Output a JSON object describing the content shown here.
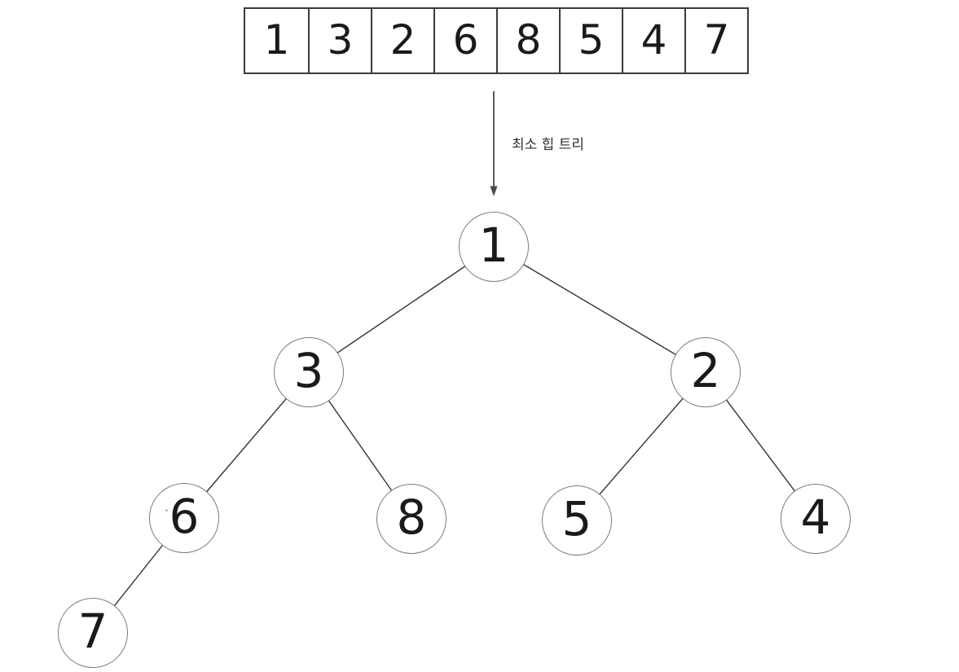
{
  "array": {
    "cells": [
      "1",
      "3",
      "2",
      "6",
      "8",
      "5",
      "4",
      "7"
    ]
  },
  "transform": {
    "label": "최소 힙 트리"
  },
  "tree": {
    "type": "min-heap-binary-tree",
    "nodes": [
      {
        "value": "1",
        "level": 0
      },
      {
        "value": "3",
        "level": 1
      },
      {
        "value": "2",
        "level": 1
      },
      {
        "value": "6",
        "level": 2
      },
      {
        "value": "8",
        "level": 2
      },
      {
        "value": "5",
        "level": 2
      },
      {
        "value": "4",
        "level": 2
      },
      {
        "value": "7",
        "level": 3
      }
    ],
    "edges": [
      [
        "1",
        "3"
      ],
      [
        "1",
        "2"
      ],
      [
        "3",
        "6"
      ],
      [
        "3",
        "8"
      ],
      [
        "2",
        "5"
      ],
      [
        "2",
        "4"
      ],
      [
        "6",
        "7"
      ]
    ]
  },
  "colors": {
    "background": "#ffffff",
    "text": "#1a1a1a",
    "array_border": "#3a3a3a",
    "circle_stroke": "#7a7a7a",
    "edge_line": "#333333",
    "arrow": "#4a4a4a"
  }
}
